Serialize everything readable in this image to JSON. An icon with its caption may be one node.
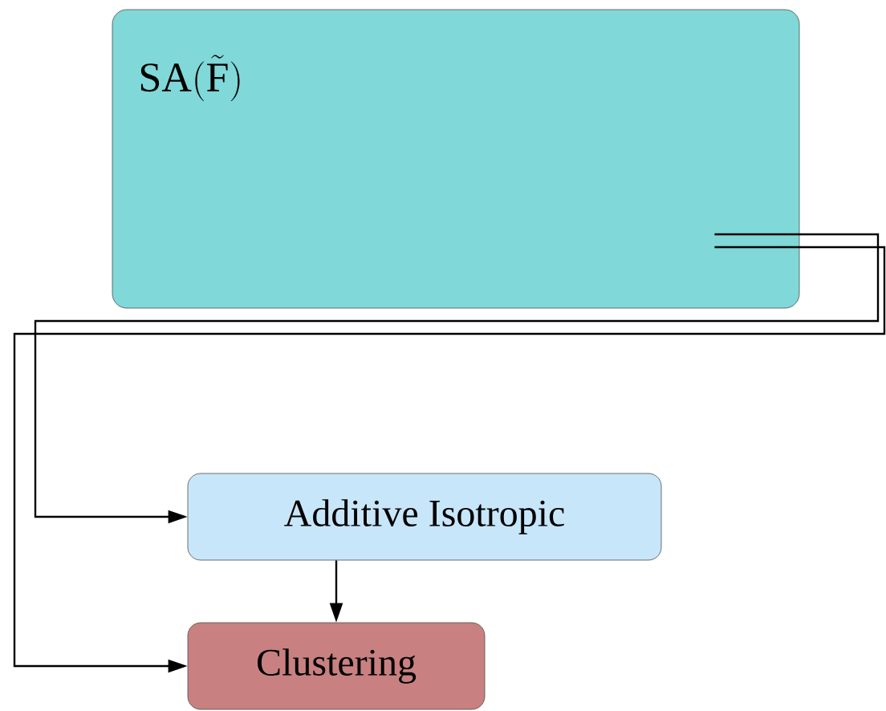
{
  "diagram": {
    "nodes": [
      {
        "text": [
          "\\mathrm{SA}(\\tilde{\\mathrm{F}})"
        ]
      },
      {
        "text": [
          "Additive Isotropic"
        ]
      },
      {
        "text": [
          "Clustering"
        ]
      }
    ],
    "edges": [
      {
        "from": 0,
        "to": 1,
        "arrow": "to"
      },
      {
        "from": 0,
        "to": 2,
        "arrow": "to"
      },
      {
        "from": 1,
        "to": 2,
        "arrow": "to"
      }
    ]
  }
}
